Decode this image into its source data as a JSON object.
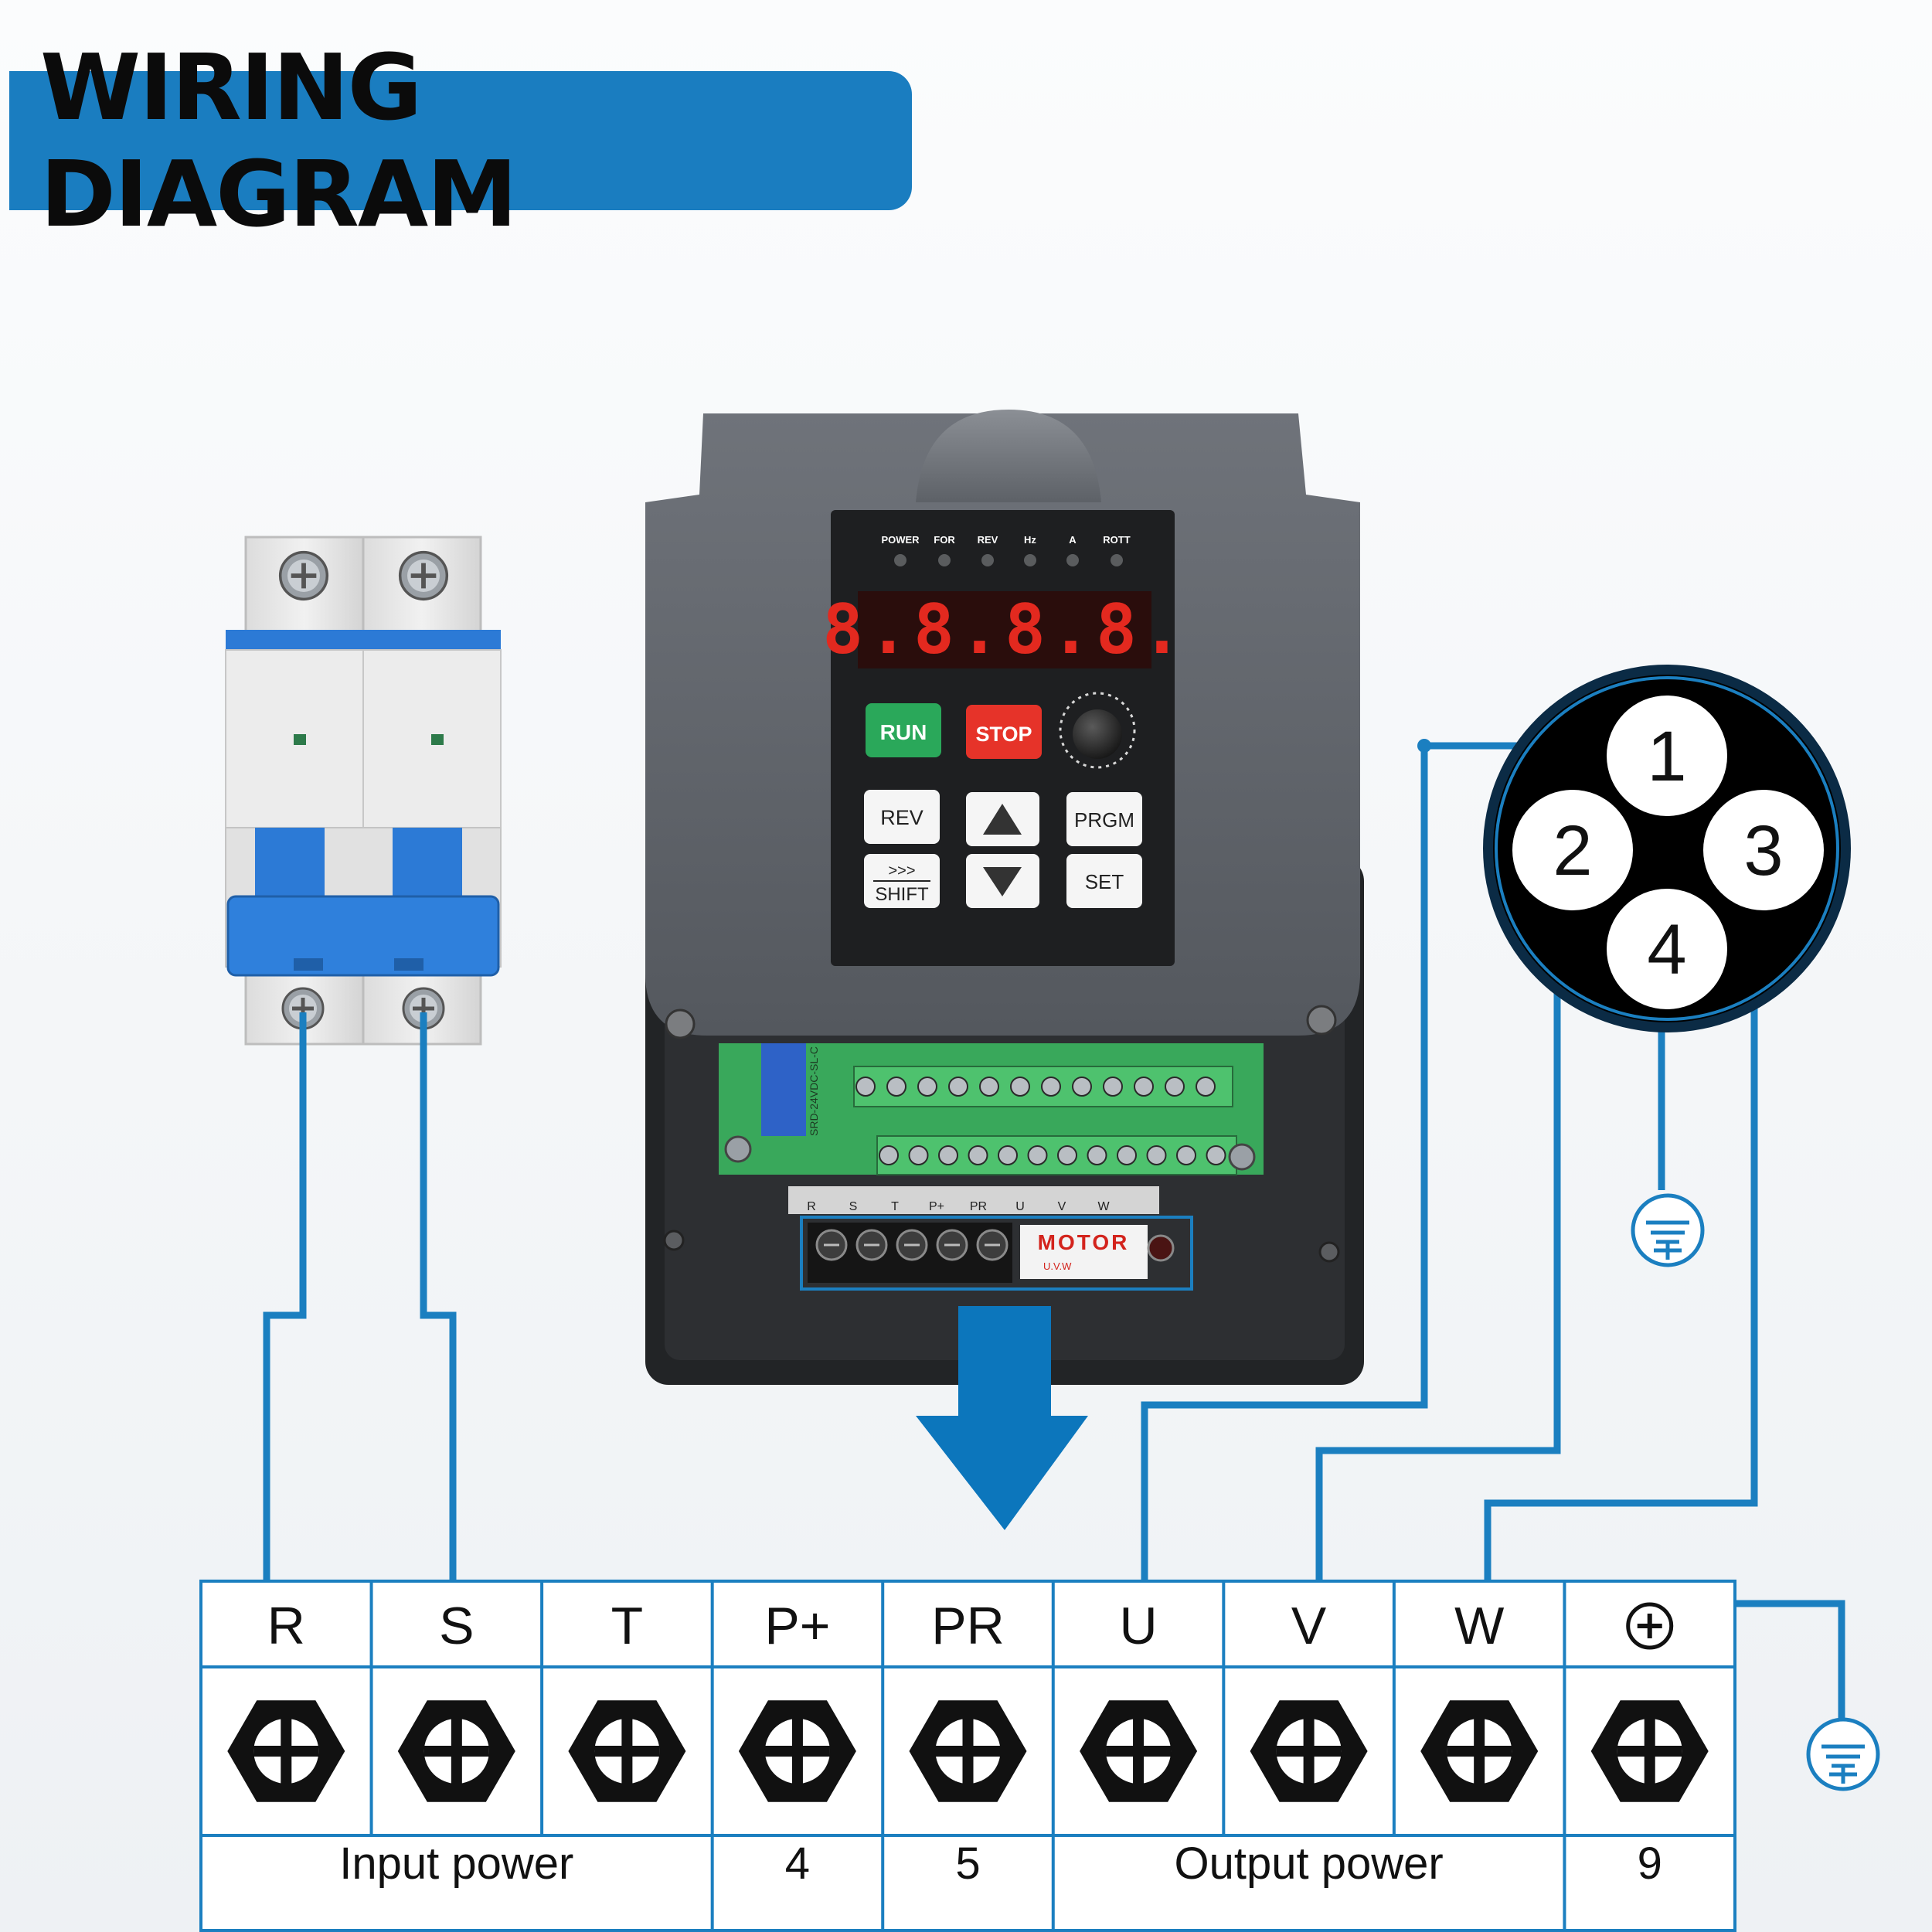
{
  "header": {
    "title": "WIRING DIAGRAM"
  },
  "vfd": {
    "indicators": [
      "POWER",
      "FOR",
      "REV",
      "Hz",
      "A",
      "ROTT"
    ],
    "display": "8.8.8.8.",
    "buttons": {
      "run": "RUN",
      "stop": "STOP",
      "rev": "REV",
      "prgm": "PRGM",
      "shift": "SHIFT",
      "set": "SET"
    },
    "terminal_label": "MOTOR",
    "terminal_sublabel": "U.V.W",
    "legend_top": [
      "R",
      "S",
      "T",
      "P+",
      "PR",
      "U",
      "V",
      "W"
    ],
    "relay_text": "SRD-24VDC-SL-C"
  },
  "terminal_block": {
    "labels": [
      "R",
      "S",
      "T",
      "P+",
      "PR",
      "U",
      "V",
      "W",
      "⊕"
    ],
    "groups": [
      {
        "label": "Input power"
      },
      {
        "label": "4"
      },
      {
        "label": "5"
      },
      {
        "label": "Output power"
      },
      {
        "label": "9"
      }
    ]
  },
  "connector": {
    "pins": [
      "1",
      "2",
      "3",
      "4"
    ]
  },
  "colors": {
    "accent": "#1a7dc0",
    "wire": "#1b7fc0",
    "run_button": "#2aa85a",
    "stop_button": "#e63329",
    "display_led": "#e3291f",
    "breaker_blue": "#2c7ad6",
    "pcb_green": "#39a85b"
  }
}
